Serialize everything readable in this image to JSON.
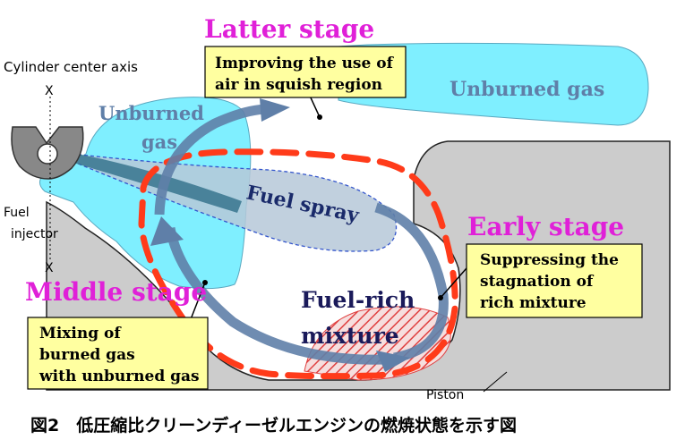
{
  "labels": {
    "latter_stage": "Latter stage",
    "early_stage": "Early stage",
    "middle_stage": "Middle stage",
    "cylinder_axis": "Cylinder center axis",
    "axis_mark_top": "X",
    "axis_mark_bottom": "X",
    "unburned_gas_left_1": "Unburned",
    "unburned_gas_left_2": "gas",
    "unburned_gas_right": "Unburned gas",
    "fuel_spray": "Fuel spray",
    "fuel_rich_1": "Fuel-rich",
    "fuel_rich_2": "mixture",
    "fuel_injector_1": "Fuel",
    "fuel_injector_2": "injector",
    "piston": "Piston"
  },
  "callouts": {
    "latter": {
      "line1": "Improving the use of",
      "line2": "air in squish region"
    },
    "early": {
      "line1": "Suppressing the",
      "line2": "stagnation of",
      "line3": "rich mixture"
    },
    "middle": {
      "line1": "Mixing of",
      "line2": "burned gas",
      "line3": "with unburned gas"
    }
  },
  "caption": "図2　低圧縮比クリーンディーゼルエンジンの燃焼状態を示す図",
  "colors": {
    "stage_label": "#e020d8",
    "gas": "#7fefff",
    "piston": "#cccccc",
    "flow_arrow": "#5f7fa8",
    "flame_dash": "#ff3b1a",
    "callout_fill": "#ffffa0"
  }
}
